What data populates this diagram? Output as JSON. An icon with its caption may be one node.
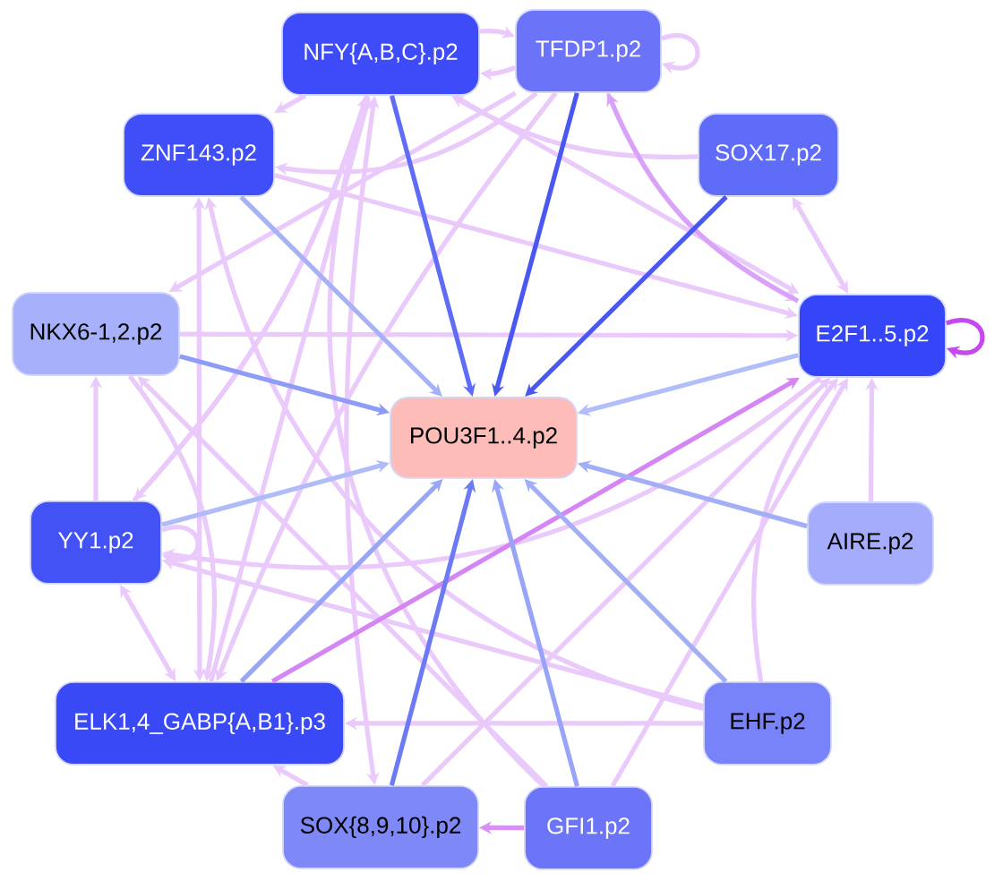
{
  "diagram": {
    "nodes": [
      {
        "text": [
          "NFY{A,B,C}.p2"
        ]
      },
      {
        "text": [
          "TFDP1.p2"
        ]
      },
      {
        "text": [
          "ZNF143.p2"
        ]
      },
      {
        "text": [
          "SOX17.p2"
        ]
      },
      {
        "text": [
          "NKX6-1,2.p2"
        ]
      },
      {
        "text": [
          "E2F1..5.p2"
        ]
      },
      {
        "text": [
          "POU3F1..4.p2"
        ]
      },
      {
        "text": [
          "YY1.p2"
        ]
      },
      {
        "text": [
          "AIRE.p2"
        ]
      },
      {
        "text": [
          "ELK1,4_GABP{A,B1}.p3"
        ]
      },
      {
        "text": [
          "EHF.p2"
        ]
      },
      {
        "text": [
          "SOX{8,9,10}.p2"
        ]
      },
      {
        "text": [
          "GFI1.p2"
        ]
      }
    ],
    "edges": [
      {
        "from": 1,
        "to": 0,
        "arrow": "to"
      },
      {
        "from": 0,
        "to": 1,
        "arrow": "to"
      },
      {
        "from": 3,
        "to": 0,
        "arrow": "to"
      },
      {
        "from": 0,
        "to": 2,
        "arrow": "to"
      },
      {
        "from": 1,
        "to": 2,
        "arrow": "to"
      },
      {
        "from": 1,
        "to": 4,
        "arrow": "to"
      },
      {
        "from": 4,
        "to": 5,
        "arrow": "to"
      },
      {
        "from": 2,
        "to": 5,
        "arrow": "to"
      },
      {
        "from": 0,
        "to": 5,
        "arrow": "to"
      },
      {
        "from": 1,
        "to": 5,
        "arrow": "to"
      },
      {
        "from": 3,
        "to": 5,
        "arrow": "both"
      },
      {
        "from": 7,
        "to": 4,
        "arrow": "to"
      },
      {
        "from": 7,
        "to": 9,
        "arrow": "both"
      },
      {
        "from": 2,
        "to": 9,
        "arrow": "both"
      },
      {
        "from": 10,
        "to": 7,
        "arrow": "to"
      },
      {
        "from": 10,
        "to": 9,
        "arrow": "to"
      },
      {
        "from": 11,
        "to": 9,
        "arrow": "to"
      },
      {
        "from": 11,
        "to": 0,
        "arrow": "both"
      },
      {
        "from": 12,
        "to": 0,
        "arrow": "to"
      },
      {
        "from": 12,
        "to": 5,
        "arrow": "to"
      },
      {
        "from": 10,
        "to": 5,
        "arrow": "to"
      },
      {
        "from": 8,
        "to": 5,
        "arrow": "to"
      },
      {
        "from": 11,
        "to": 5,
        "arrow": "to"
      },
      {
        "from": 9,
        "to": 0,
        "arrow": "to"
      },
      {
        "from": 7,
        "to": 0,
        "arrow": "to"
      },
      {
        "from": 0,
        "to": 7,
        "arrow": "to"
      },
      {
        "from": 10,
        "to": 2,
        "arrow": "to"
      },
      {
        "from": 12,
        "to": 4,
        "arrow": "to"
      },
      {
        "from": 1,
        "to": 9,
        "arrow": "to"
      },
      {
        "from": 4,
        "to": 9,
        "arrow": "to"
      },
      {
        "from": 5,
        "to": 7,
        "arrow": "to"
      },
      {
        "from": 1,
        "to": 1,
        "arrow": "to"
      },
      {
        "from": 7,
        "to": 7,
        "arrow": "to"
      },
      {
        "from": 5,
        "to": 5,
        "arrow": "to",
        "color": "#c44af0"
      },
      {
        "from": 9,
        "to": 5,
        "arrow": "to",
        "color": "#d586f5"
      },
      {
        "from": 12,
        "to": 11,
        "arrow": "to",
        "color": "#d890f8"
      },
      {
        "from": 5,
        "to": 1,
        "arrow": "to",
        "color": "#d9a2f8"
      },
      {
        "from": 0,
        "to": 6,
        "arrow": "to",
        "color": "#5e6cf8"
      },
      {
        "from": 1,
        "to": 6,
        "arrow": "to",
        "color": "#4a58f2"
      },
      {
        "from": 3,
        "to": 6,
        "arrow": "to",
        "color": "#4a58f2"
      },
      {
        "from": 2,
        "to": 6,
        "arrow": "to",
        "color": "#a6b2f8"
      },
      {
        "from": 4,
        "to": 6,
        "arrow": "to",
        "color": "#8e9cf8"
      },
      {
        "from": 5,
        "to": 6,
        "arrow": "to",
        "color": "#b2bef9"
      },
      {
        "from": 7,
        "to": 6,
        "arrow": "to",
        "color": "#b0bcf8"
      },
      {
        "from": 8,
        "to": 6,
        "arrow": "to",
        "color": "#a2aef6"
      },
      {
        "from": 9,
        "to": 6,
        "arrow": "to",
        "color": "#98a6f4"
      },
      {
        "from": 10,
        "to": 6,
        "arrow": "to",
        "color": "#a2aef6"
      },
      {
        "from": 11,
        "to": 6,
        "arrow": "to",
        "color": "#6c7af4"
      },
      {
        "from": 12,
        "to": 6,
        "arrow": "to",
        "color": "#98a4f8"
      }
    ]
  }
}
